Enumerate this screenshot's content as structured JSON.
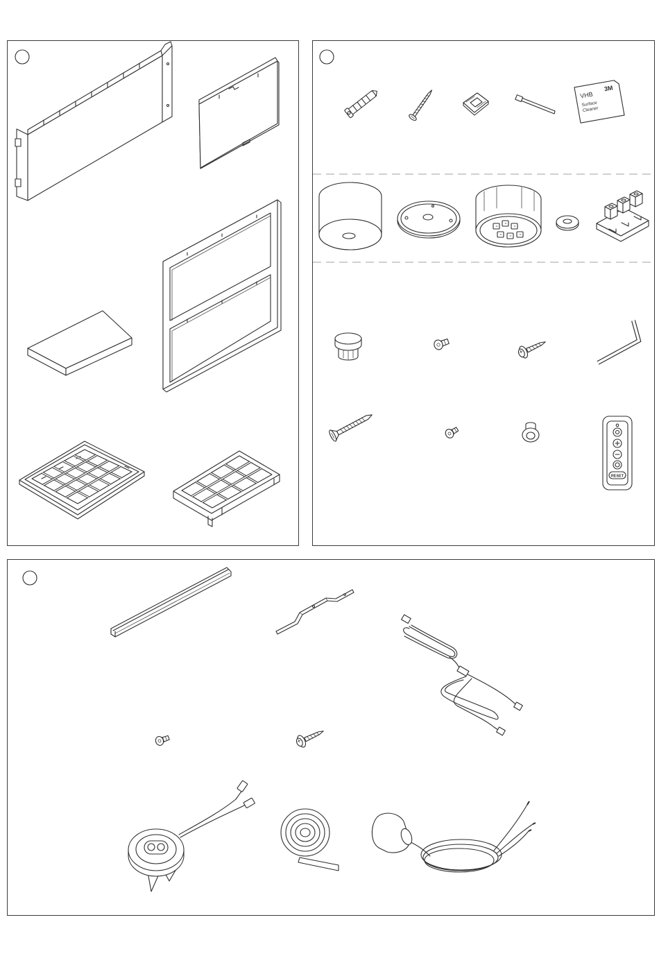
{
  "colors": {
    "background": "#ffffff",
    "line": "#2e2e2e",
    "divider": "#a0a0a0"
  },
  "cleaner_packet": {
    "brand": "3M",
    "product": "VHB",
    "name_line1": "Surface",
    "name_line2": "Cleaner"
  },
  "remote": {
    "reset_label": "RESET",
    "button_icons": [
      "power-icon",
      "plus-icon",
      "minus-icon",
      "mode-icon"
    ]
  }
}
